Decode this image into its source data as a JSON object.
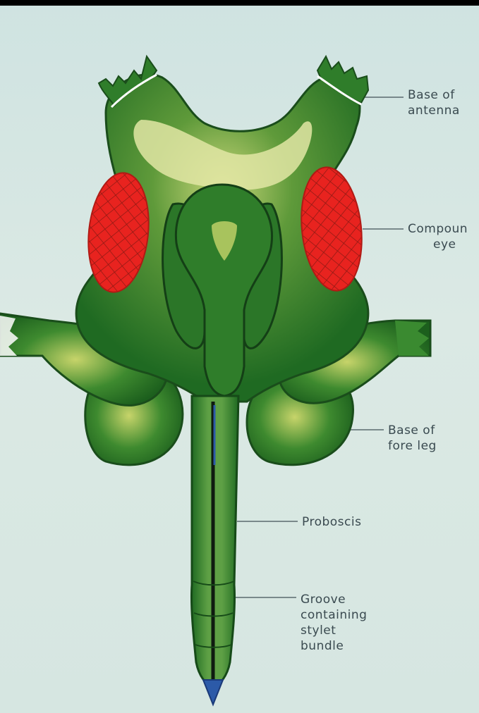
{
  "labels": {
    "antenna": {
      "line1": "Base of",
      "line2": "antenna"
    },
    "eye": {
      "line1": "Compoun",
      "line2": "eye"
    },
    "foreleg": {
      "line1": "Base of",
      "line2": "fore leg"
    },
    "proboscis": {
      "line1": "Proboscis"
    },
    "groove": {
      "line1": "Groove",
      "line2": "containing",
      "line3": "stylet",
      "line4": "bundle"
    }
  },
  "colors": {
    "body_green": "#2f7d2a",
    "dark_green": "#1f5e1e",
    "light_green": "#b9cf6a",
    "eye_red": "#e8231f",
    "background": "#d6e6e1",
    "stylet_blue": "#2c5aa8"
  }
}
